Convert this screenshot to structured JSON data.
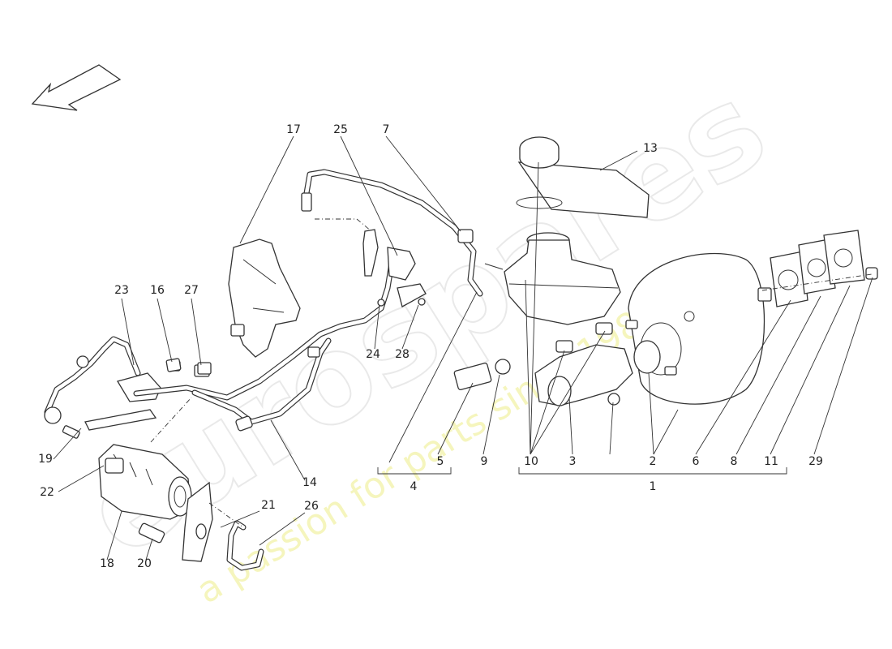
{
  "watermark": {
    "logo": "eurospares",
    "tagline": "a passion for parts since 1985"
  },
  "colors": {
    "line": "#333333",
    "watermark_logo": "#d8d8d8",
    "watermark_tagline": "#eeee88"
  },
  "icons": {
    "direction_arrow": "arrow-down-left-icon"
  },
  "callouts": {
    "c1": "1",
    "c2": "2",
    "c3": "3",
    "c4": "4",
    "c5": "5",
    "c6": "6",
    "c7": "7",
    "c8": "8",
    "c9": "9",
    "c10": "10",
    "c11": "11",
    "c13": "13",
    "c14": "14",
    "c16": "16",
    "c17": "17",
    "c18": "18",
    "c19": "19",
    "c20": "20",
    "c21": "21",
    "c22": "22",
    "c23": "23",
    "c24": "24",
    "c25": "25",
    "c26": "26",
    "c27": "27",
    "c28": "28",
    "c29": "29"
  }
}
